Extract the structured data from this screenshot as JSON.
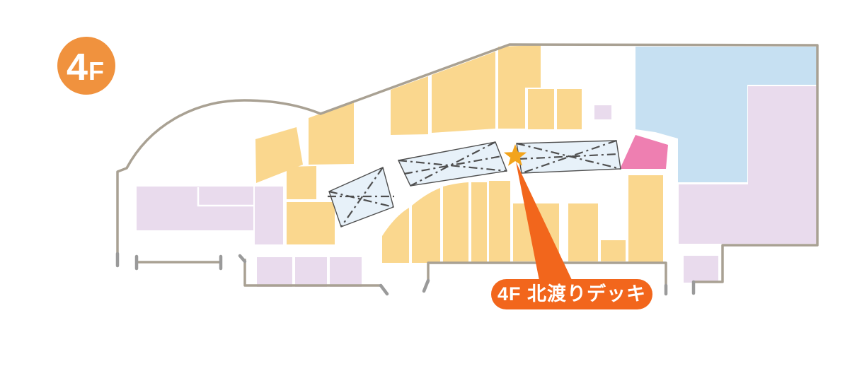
{
  "floor_badge": {
    "number": "4",
    "letter": "F"
  },
  "callout": {
    "label": "4F 北渡りデッキ"
  },
  "colors": {
    "shop": "#FAD78E",
    "lavender": "#E9DBED",
    "blue": "#C6E0F2",
    "pink": "#EE7FB1",
    "deckfill": "#E7F1F9",
    "deckline": "#4F4F4F",
    "wall": "#A9A193",
    "tick": "#9A9A9A",
    "star": "#F3A41C",
    "accent": "#F2661C",
    "badge": "#F0923E"
  }
}
